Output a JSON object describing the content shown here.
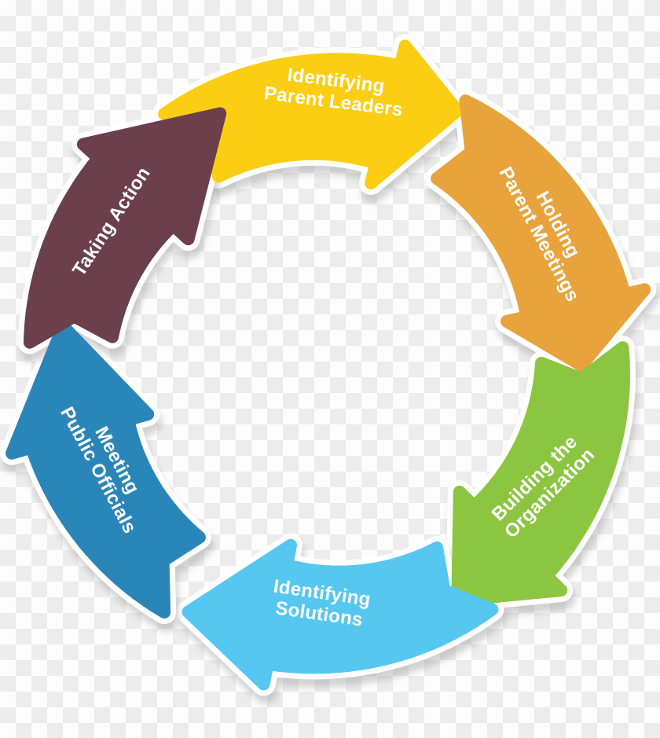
{
  "diagram": {
    "type": "cycle-process-diagram",
    "direction": "clockwise",
    "background": {
      "checker_light": "#fdfdfd",
      "checker_dark": "#ececec"
    },
    "label_text_color": "#ffffff",
    "shadow_color": "#9e9e9e",
    "outline_color": "#ffffff",
    "steps": [
      {
        "name": "identifying-parent-leaders",
        "label_lines": [
          "Identifying",
          "Parent Leaders"
        ],
        "color": "#fbce14"
      },
      {
        "name": "holding-parent-meetings",
        "label_lines": [
          "Holding",
          "Parent Meetings"
        ],
        "color": "#e8a33c"
      },
      {
        "name": "building-the-organization",
        "label_lines": [
          "Building the",
          "Organization"
        ],
        "color": "#8cc540"
      },
      {
        "name": "identifying-solutions",
        "label_lines": [
          "Identifying",
          "Solutions"
        ],
        "color": "#56c7f1"
      },
      {
        "name": "meeting-public-officials",
        "label_lines": [
          "Meeting",
          "Public Officials"
        ],
        "color": "#2a86b8"
      },
      {
        "name": "taking-action",
        "label_lines": [
          "Taking Action"
        ],
        "color": "#6c3f4d"
      }
    ]
  }
}
